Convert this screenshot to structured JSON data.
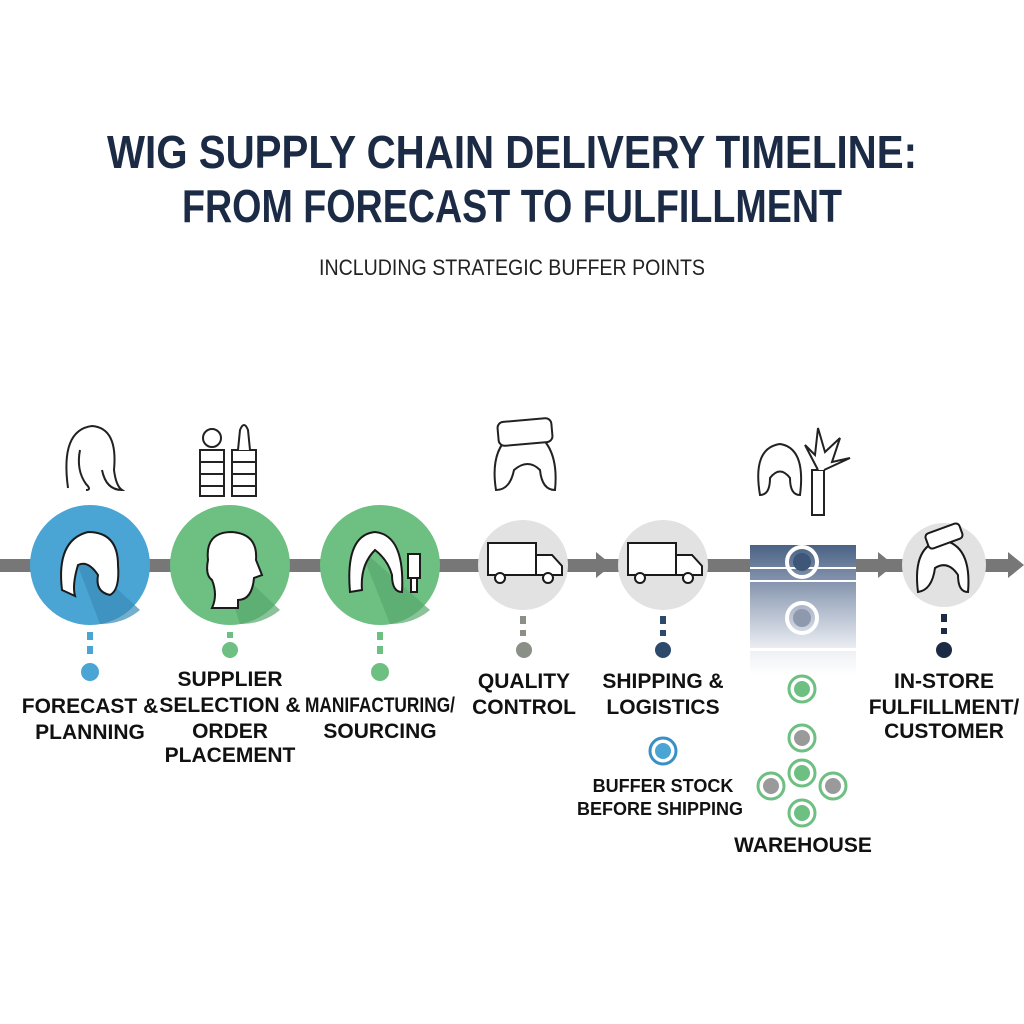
{
  "header": {
    "title_line1": "WIG SUPPLY CHAIN DELIVERY TIMELINE:",
    "title_line2": "FROM FORECAST TO FULFILLMENT",
    "subtitle": "INCLUDING STRATEGIC BUFFER POINTS"
  },
  "colors": {
    "title": "#1c2b45",
    "blue": "#4aa5d4",
    "green": "#6dbf82",
    "gray_stage": "#e2e2e2",
    "line": "#777777",
    "navy": "#2d4a6a"
  },
  "stages": [
    {
      "label_lines": [
        "FORECAST &",
        "PLANNING"
      ],
      "icon": "woman-head-icon"
    },
    {
      "label_lines": [
        "SUPPLIER",
        "SELECTION &",
        "ORDER",
        "PLACEMENT"
      ],
      "icon": "man-head-icon"
    },
    {
      "label_lines": [
        "MANIFACTURING/",
        "SOURCING"
      ],
      "icon": "wig-head-icon"
    },
    {
      "label_lines": [
        "QUALITY",
        "CONTROL"
      ],
      "icon": "truck-icon"
    },
    {
      "label_lines": [
        "SHIPPING &",
        "LOGISTICS"
      ],
      "icon": "truck-icon"
    },
    {
      "label_lines": [
        "WAREHOUSE"
      ],
      "icon": "warehouse-stack-icon"
    },
    {
      "label_lines": [
        "IN-STORE",
        "FULFILLMENT/",
        "CUSTOMER"
      ],
      "icon": "wig-head-icon"
    }
  ],
  "buffer": {
    "label_lines": [
      "BUFFER STOCK",
      "BEFORE SHIPPING"
    ]
  }
}
